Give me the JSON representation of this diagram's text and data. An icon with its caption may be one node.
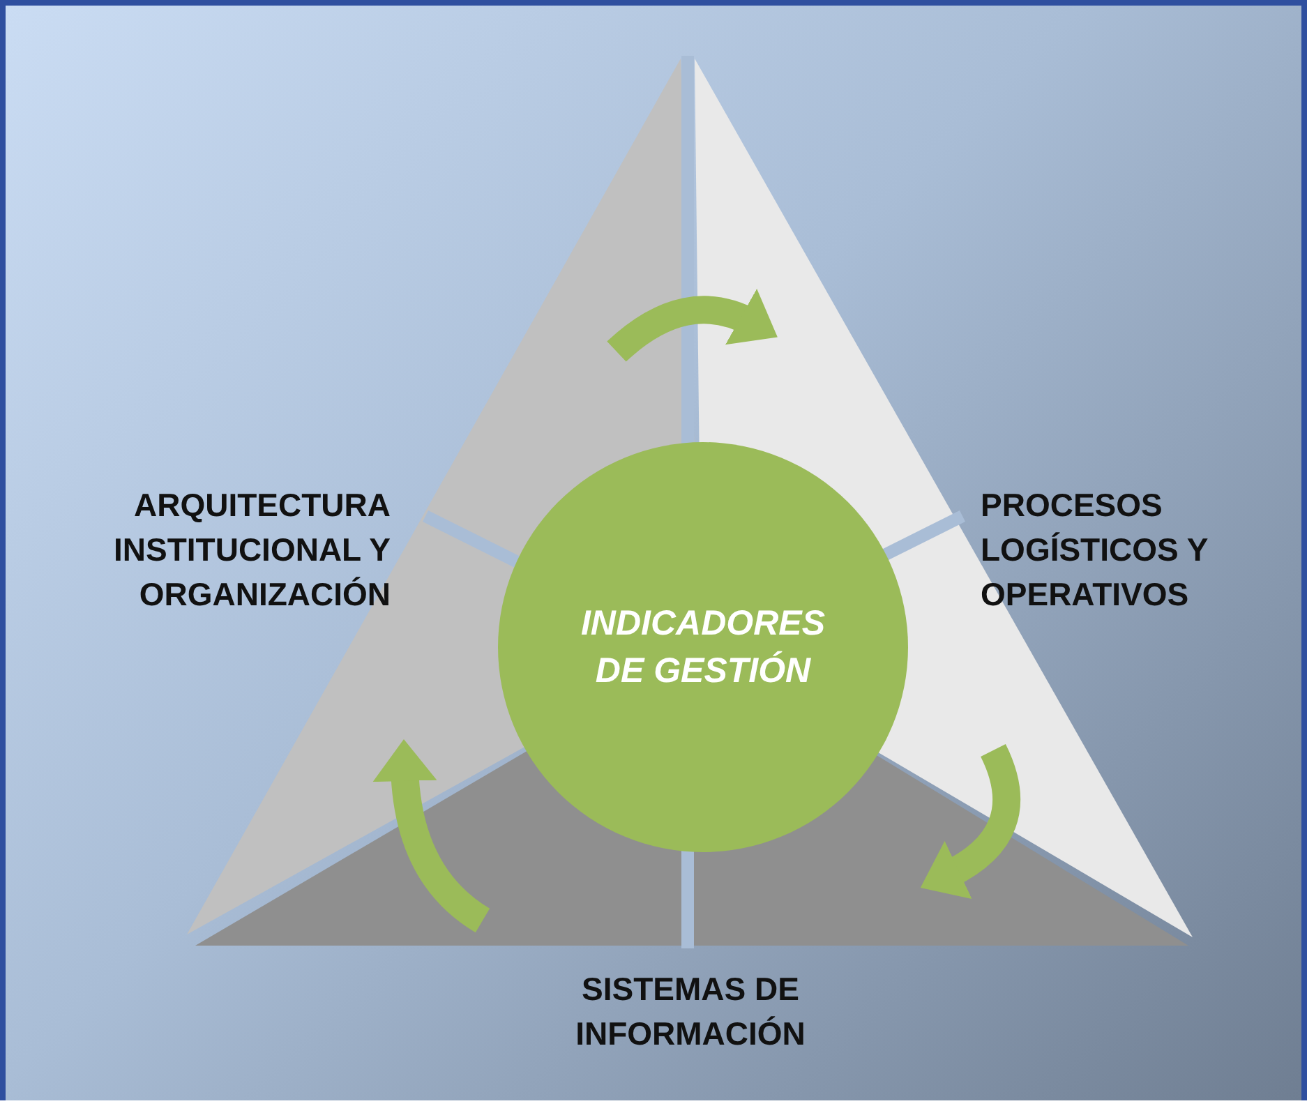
{
  "diagram": {
    "nodes": [
      {
        "text": [
          "ARQUITECTURA INSTITUCIONAL Y ORGANIZACIÓN"
        ]
      },
      {
        "text": [
          "PROCESOS LOGÍSTICOS Y OPERATIVOS"
        ]
      },
      {
        "text": [
          "SISTEMAS DE INFORMACIÓN"
        ]
      },
      {
        "text": [
          "INDICADORES DE GESTIÓN"
        ]
      }
    ],
    "edges": [
      {
        "from": 0,
        "to": 1,
        "arrow": "to"
      },
      {
        "from": 1,
        "to": 2,
        "arrow": "to"
      },
      {
        "from": 2,
        "to": 0,
        "arrow": "to"
      }
    ]
  }
}
